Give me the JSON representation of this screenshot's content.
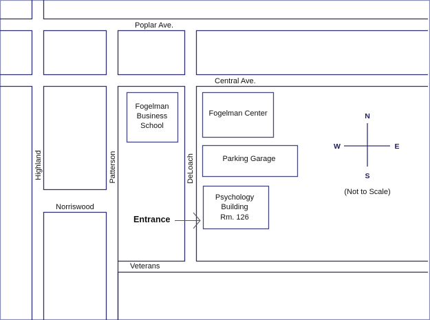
{
  "map": {
    "streets": {
      "poplar": "Poplar Ave.",
      "central": "Central Ave.",
      "highland": "Highland",
      "patterson": "Patterson",
      "deloach": "DeLoach",
      "norriswood": "Norriswood",
      "veterans": "Veterans"
    },
    "buildings": {
      "fogelman_business_school": [
        "Fogelman",
        "Business",
        "School"
      ],
      "fogelman_center": "Fogelman Center",
      "parking_garage": "Parking Garage",
      "psychology_building": [
        "Psychology",
        "Building",
        "Rm. 126"
      ]
    },
    "entrance_label": "Entrance",
    "compass": {
      "north": "N",
      "south": "S",
      "east": "E",
      "west": "W",
      "note": "(Not to Scale)"
    },
    "colors": {
      "street_line": "#2e2f6e",
      "building_outline": "#45467a",
      "compass_text": "#1f2060"
    }
  }
}
